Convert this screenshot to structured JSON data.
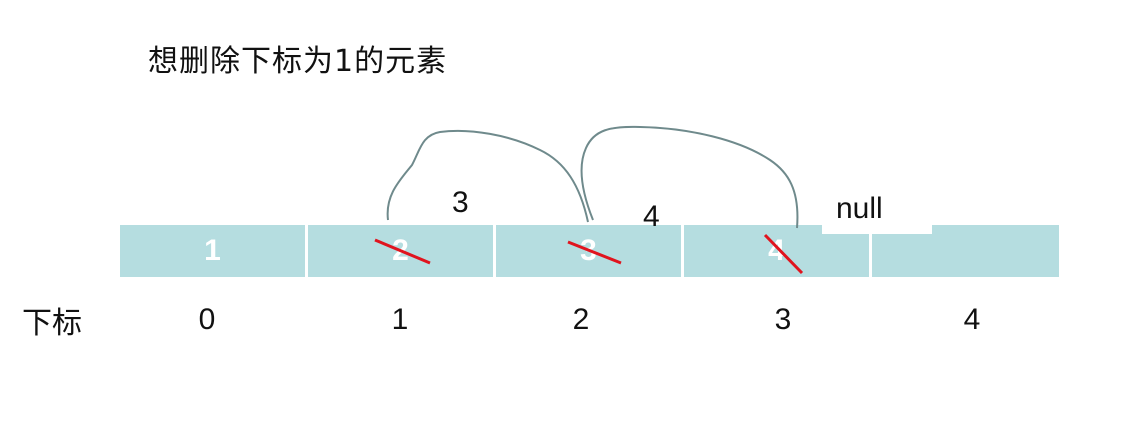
{
  "title": "想删除下标为1的元素",
  "row_label": "下标",
  "cells": [
    {
      "value": "1"
    },
    {
      "value": "2"
    },
    {
      "value": "3"
    },
    {
      "value": "4"
    },
    {
      "value": ""
    }
  ],
  "indices": [
    "0",
    "1",
    "2",
    "3",
    "4"
  ],
  "annotations": {
    "a1": "3",
    "a2": "4",
    "a3": "null"
  },
  "colors": {
    "cell": "#b5dde0",
    "strike": "#e0141e",
    "arc": "#6f8a8c"
  }
}
